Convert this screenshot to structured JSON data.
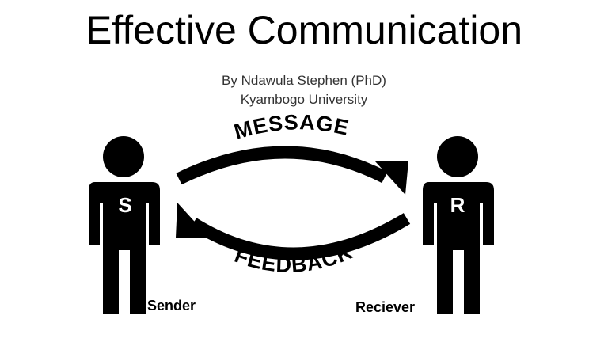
{
  "slide": {
    "title": "Effective Communication",
    "author": "By Ndawula Stephen (PhD)",
    "institution": "Kyambogo University"
  },
  "diagram": {
    "sender_initial": "S",
    "receiver_initial": "R",
    "sender_label": "Sender",
    "receiver_label": "Reciever",
    "message_label": "MESSAGE",
    "feedback_label": "FEEDBACK"
  },
  "colors": {
    "figure": "#000000",
    "arrow": "#000000",
    "initial_text": "#ffffff",
    "text": "#000000"
  }
}
